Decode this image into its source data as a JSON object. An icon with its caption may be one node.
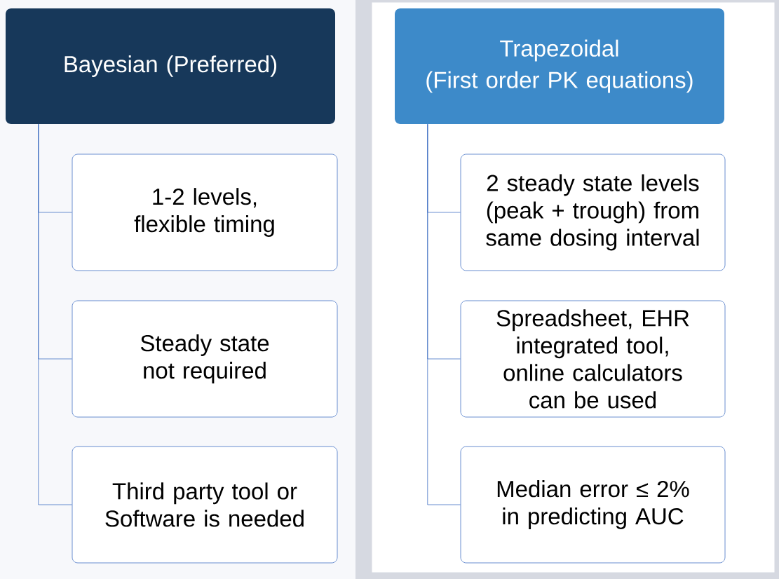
{
  "diagram": {
    "nodes": [
      {
        "text": [
          "Bayesian (Preferred)"
        ]
      },
      {
        "text": [
          "1-2 levels, flexible timing"
        ]
      },
      {
        "text": [
          "Steady state not required"
        ]
      },
      {
        "text": [
          "Third party tool or Software is needed"
        ]
      },
      {
        "text": [
          "Trapezoidal",
          "(First order PK equations)"
        ]
      },
      {
        "text": [
          "2 steady state levels (peak + trough) from same dosing interval"
        ]
      },
      {
        "text": [
          "Spreadsheet, EHR integrated tool, online calculators can be used"
        ]
      },
      {
        "text": [
          "Median error ≤ 2% in predicting AUC"
        ]
      }
    ],
    "edges": [
      {
        "from": 0,
        "to": 1,
        "arrow": "none"
      },
      {
        "from": 0,
        "to": 2,
        "arrow": "none"
      },
      {
        "from": 0,
        "to": 3,
        "arrow": "none"
      },
      {
        "from": 4,
        "to": 5,
        "arrow": "none"
      },
      {
        "from": 4,
        "to": 6,
        "arrow": "none"
      },
      {
        "from": 4,
        "to": 7,
        "arrow": "none"
      }
    ]
  }
}
